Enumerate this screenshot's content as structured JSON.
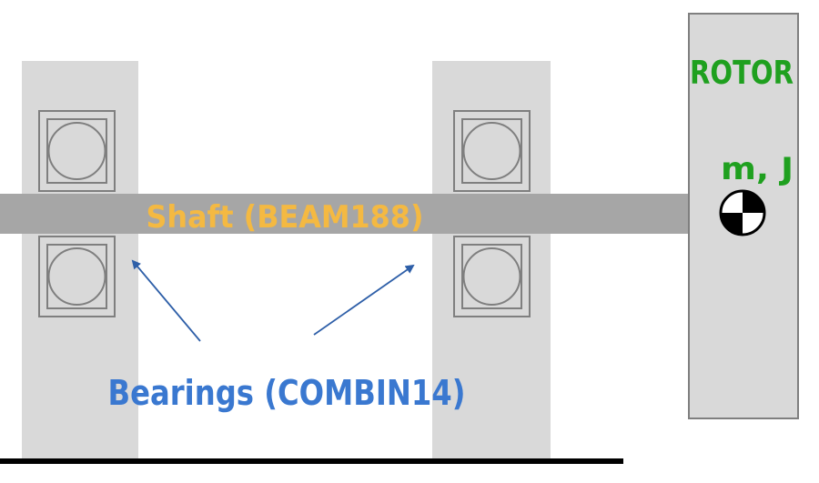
{
  "rotor": {
    "label": "ROTOR",
    "properties": "m, J"
  },
  "shaft": {
    "label": "Shaft (BEAM188)"
  },
  "bearings": {
    "label": "Bearings (COMBIN14)"
  },
  "colors": {
    "support": "#d9d9d9",
    "shaft": "#a6a6a6",
    "rotor_fill": "#d9d9d9",
    "rotor_stroke": "#7f7f7f",
    "bearing_stroke": "#7f7f7f",
    "shaft_label": "#f4b942",
    "rotor_label": "#1fa01f",
    "bearing_label": "#3a78d0",
    "arrow": "#2e5fa8",
    "ground": "#000000"
  }
}
